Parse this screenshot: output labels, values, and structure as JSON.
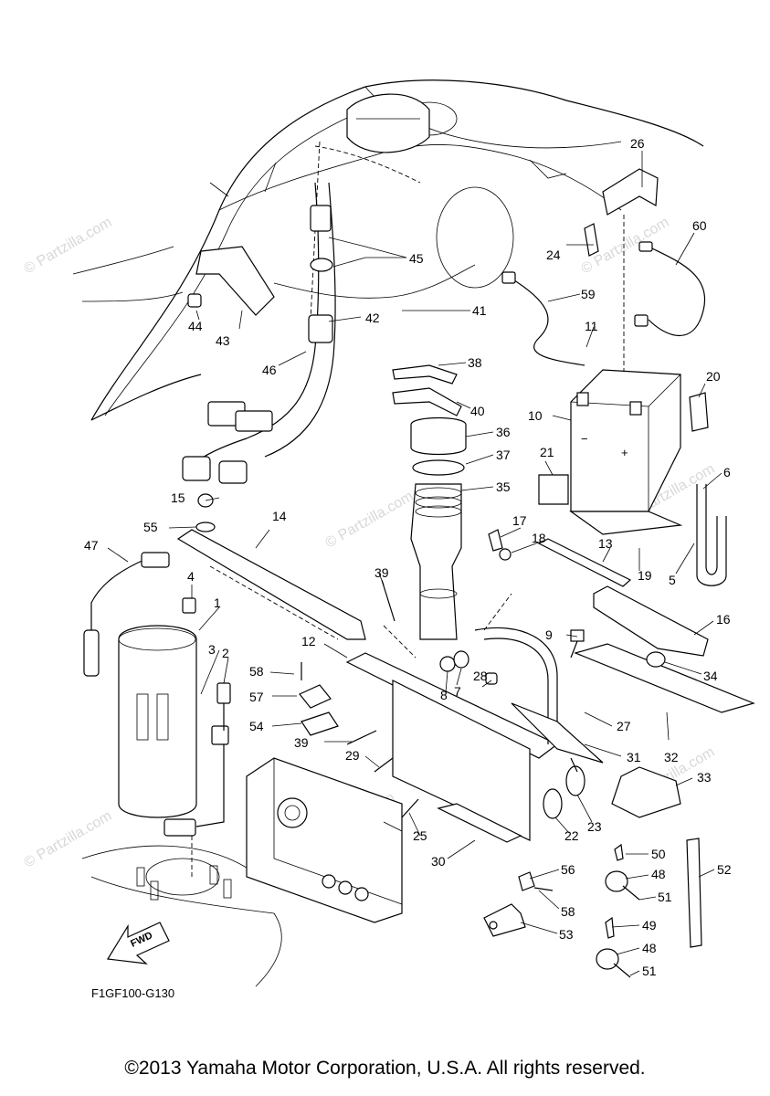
{
  "diagram_code": "F1GF100-G130",
  "fwd_label": "FWD",
  "watermark": "© Partzilla.com",
  "copyright": "©2013 Yamaha Motor Corporation, U.S.A. All rights reserved.",
  "parts": [
    {
      "id": "1",
      "label": "1"
    },
    {
      "id": "2",
      "label": "2"
    },
    {
      "id": "3",
      "label": "3"
    },
    {
      "id": "4",
      "label": "4"
    },
    {
      "id": "5",
      "label": "5"
    },
    {
      "id": "6",
      "label": "6"
    },
    {
      "id": "7",
      "label": "7"
    },
    {
      "id": "8",
      "label": "8"
    },
    {
      "id": "9",
      "label": "9"
    },
    {
      "id": "10",
      "label": "10"
    },
    {
      "id": "11",
      "label": "11"
    },
    {
      "id": "12",
      "label": "12"
    },
    {
      "id": "13",
      "label": "13"
    },
    {
      "id": "14",
      "label": "14"
    },
    {
      "id": "15",
      "label": "15"
    },
    {
      "id": "16",
      "label": "16"
    },
    {
      "id": "17",
      "label": "17"
    },
    {
      "id": "18",
      "label": "18"
    },
    {
      "id": "19",
      "label": "19"
    },
    {
      "id": "20",
      "label": "20"
    },
    {
      "id": "21",
      "label": "21"
    },
    {
      "id": "22",
      "label": "22"
    },
    {
      "id": "23",
      "label": "23"
    },
    {
      "id": "24",
      "label": "24"
    },
    {
      "id": "25",
      "label": "25"
    },
    {
      "id": "26",
      "label": "26"
    },
    {
      "id": "27",
      "label": "27"
    },
    {
      "id": "28",
      "label": "28"
    },
    {
      "id": "29",
      "label": "29"
    },
    {
      "id": "30",
      "label": "30"
    },
    {
      "id": "31",
      "label": "31"
    },
    {
      "id": "32",
      "label": "32"
    },
    {
      "id": "33",
      "label": "33"
    },
    {
      "id": "34",
      "label": "34"
    },
    {
      "id": "35",
      "label": "35"
    },
    {
      "id": "36",
      "label": "36"
    },
    {
      "id": "37",
      "label": "37"
    },
    {
      "id": "38",
      "label": "38"
    },
    {
      "id": "39a",
      "label": "39"
    },
    {
      "id": "39b",
      "label": "39"
    },
    {
      "id": "40",
      "label": "40"
    },
    {
      "id": "41",
      "label": "41"
    },
    {
      "id": "42",
      "label": "42"
    },
    {
      "id": "43",
      "label": "43"
    },
    {
      "id": "44",
      "label": "44"
    },
    {
      "id": "45",
      "label": "45"
    },
    {
      "id": "46",
      "label": "46"
    },
    {
      "id": "47",
      "label": "47"
    },
    {
      "id": "48a",
      "label": "48"
    },
    {
      "id": "48b",
      "label": "48"
    },
    {
      "id": "49",
      "label": "49"
    },
    {
      "id": "50",
      "label": "50"
    },
    {
      "id": "51a",
      "label": "51"
    },
    {
      "id": "51b",
      "label": "51"
    },
    {
      "id": "52",
      "label": "52"
    },
    {
      "id": "53",
      "label": "53"
    },
    {
      "id": "54",
      "label": "54"
    },
    {
      "id": "55",
      "label": "55"
    },
    {
      "id": "56",
      "label": "56"
    },
    {
      "id": "57",
      "label": "57"
    },
    {
      "id": "58a",
      "label": "58"
    },
    {
      "id": "58b",
      "label": "58"
    },
    {
      "id": "59",
      "label": "59"
    },
    {
      "id": "60",
      "label": "60"
    }
  ]
}
